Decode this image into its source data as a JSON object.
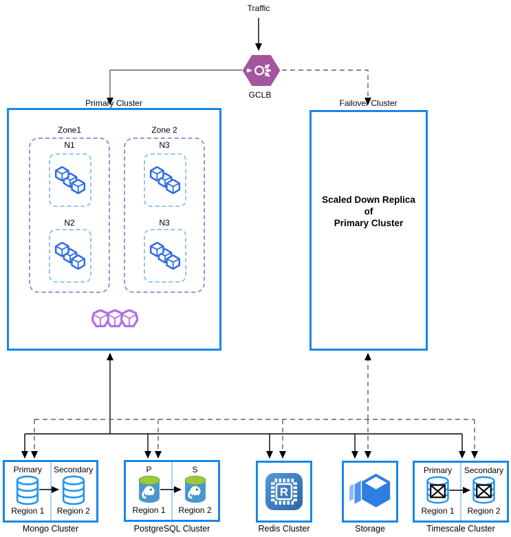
{
  "diagram": {
    "traffic_label": "Traffic",
    "gclb": {
      "label": "GCLB",
      "icon": "load-balancer-hexagon"
    },
    "primary_cluster": {
      "label": "Primary Cluster",
      "zones": [
        {
          "label": "Zone1",
          "nodes": [
            "N1",
            "N2"
          ]
        },
        {
          "label": "Zone 2",
          "nodes": [
            "N3",
            "N3"
          ]
        }
      ],
      "pods_icon": "three-pods"
    },
    "failover_cluster": {
      "label": "Failover Cluster",
      "body_lines": [
        "Scaled Down Replica",
        "of",
        "Primary Cluster"
      ]
    },
    "datastores": [
      {
        "id": "mongo",
        "label": "Mongo Cluster",
        "roles": [
          "Primary",
          "Secondary"
        ],
        "regions": [
          "Region 1",
          "Region 2"
        ]
      },
      {
        "id": "postgres",
        "label": "PostgreSQL Cluster",
        "roles": [
          "P",
          "S"
        ],
        "regions": [
          "Region 1",
          "Region 2"
        ]
      },
      {
        "id": "redis",
        "label": "Redis Cluster",
        "chip_letter": "R"
      },
      {
        "id": "storage",
        "label": "Storage"
      },
      {
        "id": "timescale",
        "label": "Timescale Cluster",
        "roles": [
          "Primary",
          "Secondary"
        ],
        "regions": [
          "Region 1",
          "Region 2"
        ]
      }
    ],
    "colors": {
      "box_blue": "#1787E8",
      "zone_purple": "#9B8FE4",
      "node_blue": "#8EC6F7",
      "divider_blue": "#A9D3F5",
      "workload_blue": "#2D6BE4",
      "pods_purple": "#B070E8",
      "gclb_purple": "#A4559E",
      "db_blue": "#2196F3",
      "postgres_body": "#4A97CE",
      "postgres_top": "#9BCB3C",
      "redis_blue_light": "#5598DB",
      "redis_blue_dark": "#2A66A3",
      "storage_blue": "#2E7DE1",
      "line_black": "#000000",
      "line_gray": "#616161"
    }
  }
}
